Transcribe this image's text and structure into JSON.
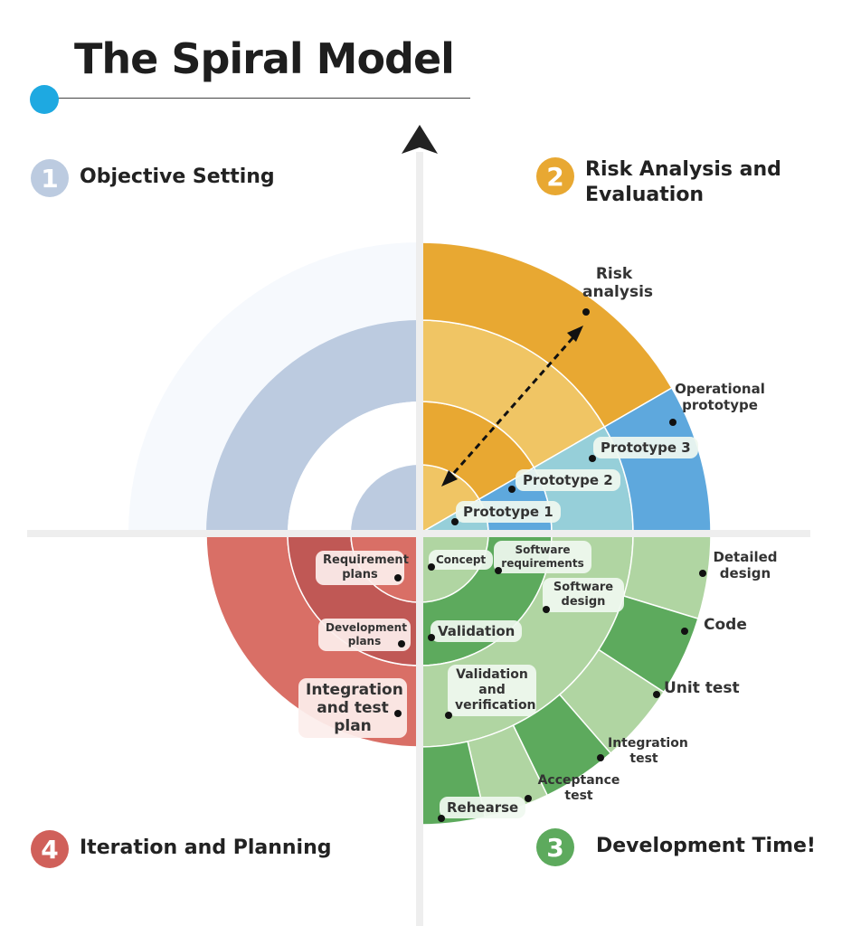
{
  "title": "The Spiral Model",
  "colors": {
    "accent_dot": "#1ea9e1",
    "quad1": [
      "#bccbe0",
      "#ffffff",
      "#bccbe0",
      "#f6f9fd"
    ],
    "quad2_orange": [
      "#f0c564",
      "#e8a832",
      "#f0c564",
      "#e8a832"
    ],
    "quad2_blue": [
      "#96cfd9",
      "#5ea8dd",
      "#96cfd9",
      "#5ea8dd"
    ],
    "quad4": [
      "#d96f66",
      "#c05855",
      "#d96f66"
    ],
    "green_light": "#b0d5a2",
    "green_dark": "#5daa5d",
    "axis": "#eeeeee"
  },
  "phases": [
    {
      "number": "1",
      "label": "Objective Setting",
      "color": "#bccbe0"
    },
    {
      "number": "2",
      "label": "Risk Analysis and Evaluation",
      "color": "#e8a832"
    },
    {
      "number": "3",
      "label": "Development Time!",
      "color": "#5daa5d"
    },
    {
      "number": "4",
      "label": "Iteration and Planning",
      "color": "#d0605a"
    }
  ],
  "risk_labels": {
    "risk_analysis": "Risk analysis",
    "operational_prototype": "Operational prototype",
    "prototype_3": "Prototype 3",
    "prototype_2": "Prototype 2",
    "prototype_1": "Prototype 1"
  },
  "planning_labels": {
    "requirement_plans": "Requirement plans",
    "development_plans": "Development plans",
    "integration_test_plan": "Integration and test plan"
  },
  "development_labels": {
    "concept": "Concept",
    "software_requirements": "Software requirements",
    "software_design": "Software design",
    "validation": "Validation",
    "validation_verification": "Validation and verification",
    "detailed_design": "Detailed design",
    "code": "Code",
    "unit_test": "Unit test",
    "integration_test": "Integration test",
    "acceptance_test": "Acceptance test",
    "rehearse": "Rehearse"
  }
}
